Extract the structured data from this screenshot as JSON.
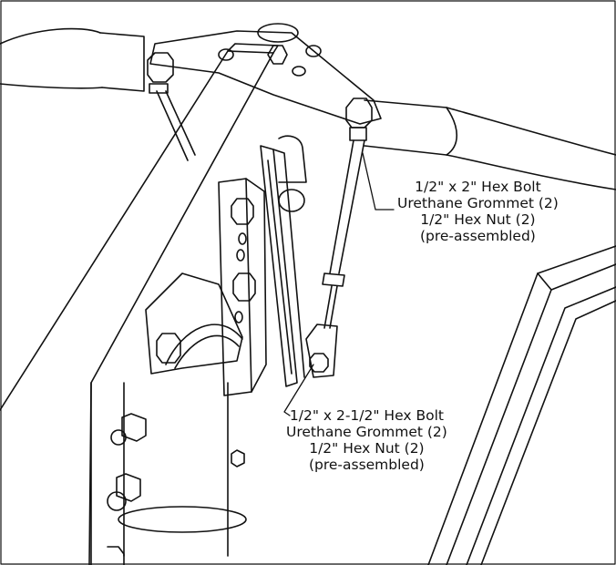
{
  "callouts": [
    {
      "lines": [
        "1/2\" x 2\" Hex Bolt",
        "Urethane Grommet (2)",
        "1/2\" Hex Nut (2)",
        "(pre-assembled)"
      ]
    },
    {
      "lines": [
        "1/2\" x 2-1/2\" Hex Bolt",
        "Urethane Grommet (2)",
        "1/2\" Hex Nut (2)",
        "(pre-assembled)"
      ]
    }
  ],
  "colors": {
    "ink": "#111111",
    "paper": "#ffffff"
  }
}
